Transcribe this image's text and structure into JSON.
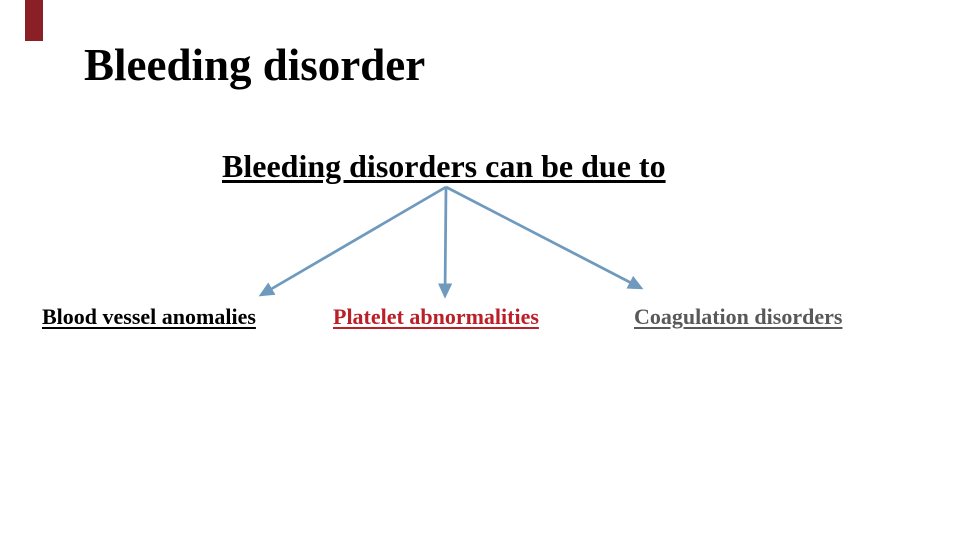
{
  "slide": {
    "title": "Bleeding disorder",
    "heading": "Bleeding disorders can be due to",
    "branches": [
      {
        "label": "Blood vessel anomalies",
        "color": "#000000"
      },
      {
        "label": "Platelet abnormalities",
        "color": "#bb2028"
      },
      {
        "label": "Coagulation disorders",
        "color": "#595959"
      }
    ],
    "colors": {
      "background": "#ffffff",
      "accent_bar": "#8a2026",
      "arrow": "#6f9abe",
      "title_text": "#000000"
    }
  }
}
